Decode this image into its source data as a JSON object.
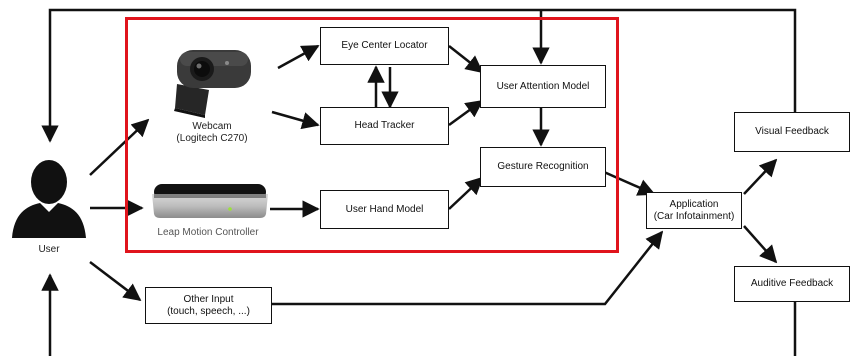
{
  "boxes": {
    "eye_center_locator": "Eye Center Locator",
    "head_tracker": "Head Tracker",
    "user_attention_model": "User Attention Model",
    "gesture_recognition": "Gesture Recognition",
    "user_hand_model": "User Hand Model",
    "application_line1": "Application",
    "application_line2": "(Car Infotainment)",
    "visual_feedback": "Visual Feedback",
    "auditive_feedback": "Auditive Feedback",
    "other_input_line1": "Other Input",
    "other_input_line2": "(touch, speech, ...)"
  },
  "labels": {
    "webcam_line1": "Webcam",
    "webcam_line2": "(Logitech C270)",
    "leap_motion": "Leap Motion Controller",
    "user": "User"
  },
  "colors": {
    "frame": "#e0141c",
    "stroke": "#111111"
  },
  "icons": {
    "user": "person-silhouette-icon",
    "webcam": "webcam-icon",
    "leap": "leap-motion-device-icon"
  }
}
